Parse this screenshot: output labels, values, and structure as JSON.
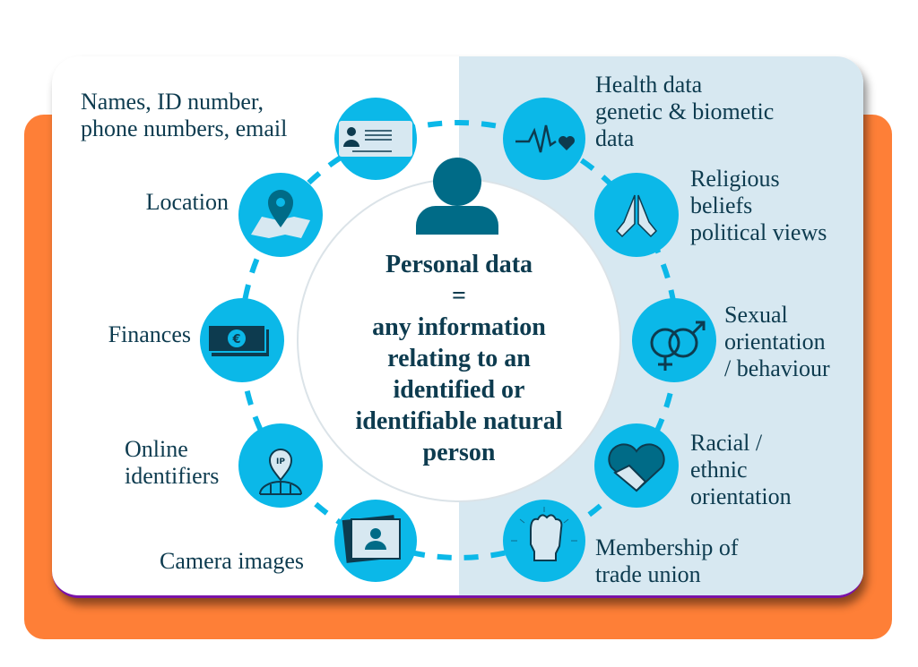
{
  "center": {
    "title": "Personal data",
    "equals": "=",
    "definition_lines": [
      "any information",
      "relating to an",
      "identified or",
      "identifiable natural",
      "person"
    ]
  },
  "categories": [
    {
      "label": "Names, ID number,\nphone numbers, email",
      "icon": "id-card-icon"
    },
    {
      "label": "Location",
      "icon": "map-pin-icon"
    },
    {
      "label": "Finances",
      "icon": "euro-banknote-icon"
    },
    {
      "label": "Online\nidentifiers",
      "icon": "ip-location-globe-icon"
    },
    {
      "label": "Camera images",
      "icon": "photo-icon"
    },
    {
      "label": "Health data\ngenetic & biometic\ndata",
      "icon": "heartbeat-icon"
    },
    {
      "label": "Religious\nbeliefs\npolitical views",
      "icon": "praying-hands-icon"
    },
    {
      "label": "Sexual\norientation\n/ behaviour",
      "icon": "gender-symbols-icon"
    },
    {
      "label": "Racial /\nethnic\norientation",
      "icon": "handshake-heart-icon"
    },
    {
      "label": "Membership of\ntrade union",
      "icon": "raised-fist-icon"
    }
  ],
  "colors": {
    "accent": "#0bb8e8",
    "dark": "#0d3b4f",
    "icon_dark": "#006b87",
    "orange": "#fe7f37",
    "panel": "#d7e8f1",
    "purple": "#7a12a8"
  }
}
